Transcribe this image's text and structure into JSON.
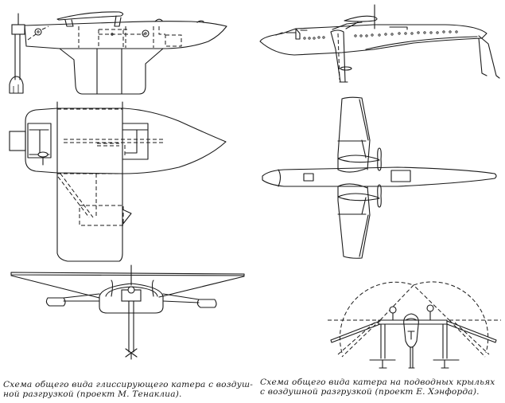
{
  "page": {
    "figures": [
      {
        "id": "planing-boat",
        "views": [
          "side-view",
          "top-view",
          "front-view"
        ],
        "caption_lines": [
          "Схема общего вида глиссирующего катера с воздуш-",
          "ной разгрузкой (проект М. Тенаклиа)."
        ]
      },
      {
        "id": "hydrofoil-boat",
        "views": [
          "side-view",
          "top-view",
          "front-view"
        ],
        "caption_lines": [
          "Схема общего вида катера на подводных крыльях",
          "с воздушной разгрузкой (проект Е. Хэнфорда)."
        ]
      }
    ]
  }
}
